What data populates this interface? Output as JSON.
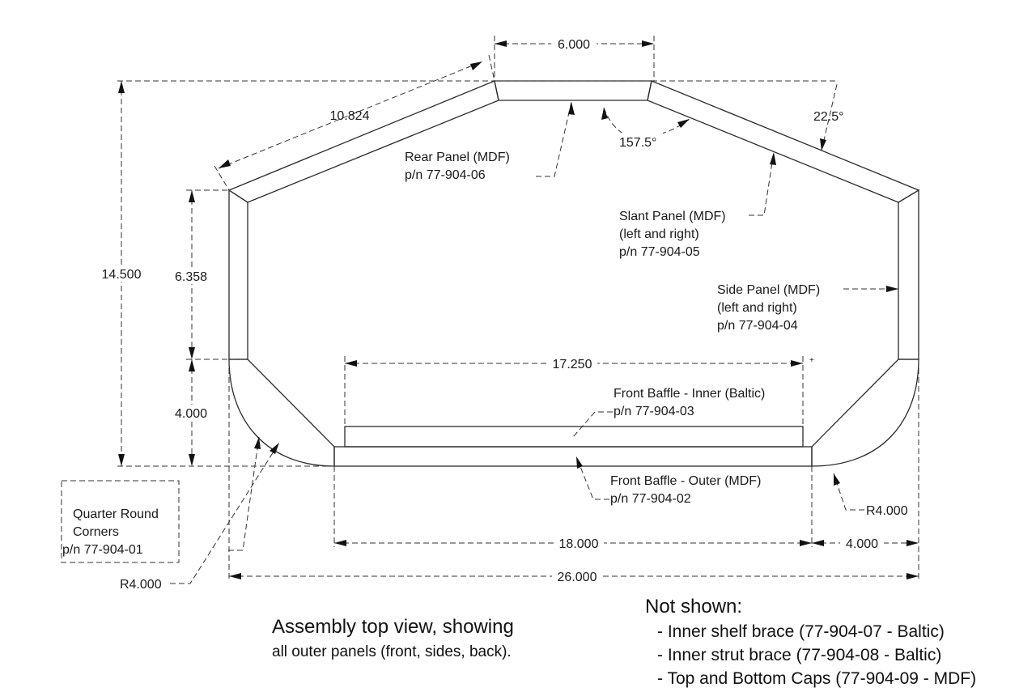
{
  "dimensions": {
    "top_width": "6.000",
    "slant_length": "10.824",
    "angle_outer": "22.5°",
    "angle_inner": "157.5°",
    "overall_depth": "14.500",
    "side_height": "6.358",
    "corner_height": "4.000",
    "inner_baffle_width": "17.250",
    "outer_baffle_width": "18.000",
    "corner_width": "4.000",
    "overall_width": "26.000",
    "radius_left": "R4.000",
    "radius_right": "R4.000"
  },
  "parts": {
    "rear_panel": {
      "name": "Rear Panel (MDF)",
      "pn": "p/n 77-904-06"
    },
    "slant_panel": {
      "name": "Slant Panel (MDF)",
      "note": "(left and right)",
      "pn": "p/n 77-904-05"
    },
    "side_panel": {
      "name": "Side Panel (MDF)",
      "note": "(left and right)",
      "pn": "p/n 77-904-04"
    },
    "front_inner": {
      "name": "Front Baffle  - Inner (Baltic)",
      "pn": "p/n 77-904-03"
    },
    "front_outer": {
      "name": "Front Baffle  - Outer (MDF)",
      "pn": "p/n 77-904-02"
    },
    "corners": {
      "line1": "Quarter Round",
      "line2": "Corners",
      "pn": "p/n 77-904-01"
    }
  },
  "caption": {
    "line1": "Assembly top view, showing",
    "line2": "all outer panels (front, sides, back)."
  },
  "not_shown": {
    "title": "Not shown:",
    "items": [
      "- Inner shelf brace (77-904-07 - Baltic)",
      "- Inner strut brace (77-904-08 - Baltic)",
      "- Top and Bottom Caps (77-904-09 - MDF)"
    ]
  }
}
